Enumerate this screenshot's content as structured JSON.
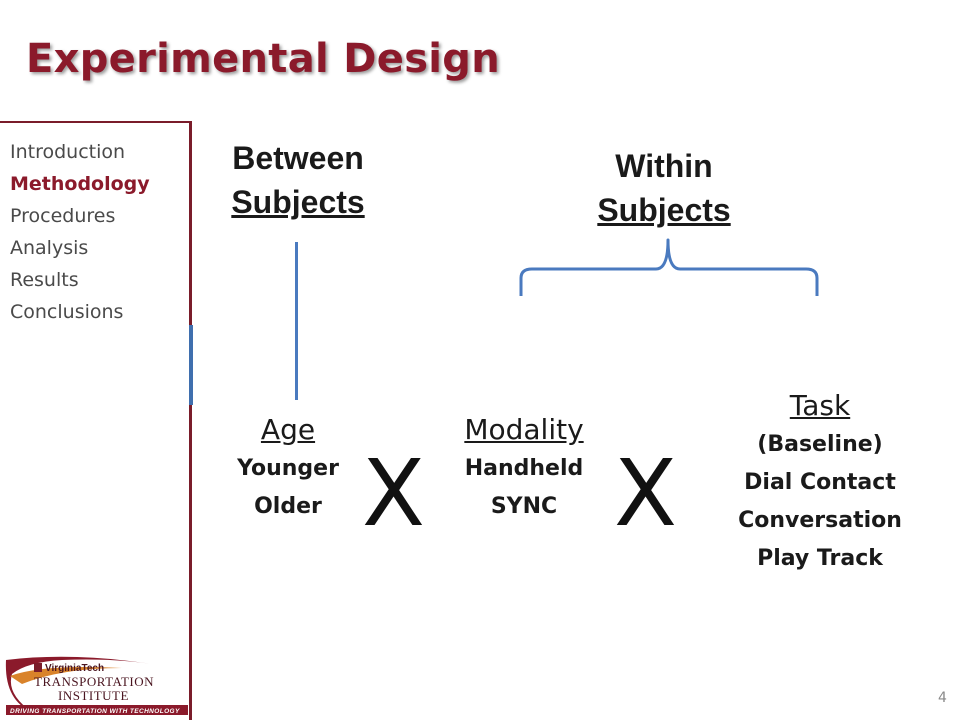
{
  "slide": {
    "title": "Experimental Design",
    "number": "4"
  },
  "sidebar": {
    "items": [
      {
        "label": "Introduction",
        "active": false
      },
      {
        "label": "Methodology",
        "active": true
      },
      {
        "label": "Procedures",
        "active": false
      },
      {
        "label": "Analysis",
        "active": false
      },
      {
        "label": "Results",
        "active": false
      },
      {
        "label": "Conclusions",
        "active": false
      }
    ]
  },
  "between": {
    "line1": "Between",
    "line2": "Subjects"
  },
  "within": {
    "line1": "Within",
    "line2": "Subjects"
  },
  "factors": {
    "age": {
      "name": "Age",
      "levels": [
        "Younger",
        "Older"
      ]
    },
    "modality": {
      "name": "Modality",
      "levels": [
        "Handheld",
        "SYNC"
      ]
    },
    "task": {
      "name": "Task",
      "levels": [
        "(Baseline)",
        "Dial Contact",
        "Conversation",
        "Play Track"
      ]
    }
  },
  "operator": "X",
  "logo": {
    "line1": "VirginiaTech",
    "line2": "TRANSPORTATION",
    "line3": "INSTITUTE",
    "tagline": "DRIVING TRANSPORTATION WITH TECHNOLOGY"
  },
  "colors": {
    "accent": "#8b1a2b",
    "brace": "#4a7abf"
  }
}
